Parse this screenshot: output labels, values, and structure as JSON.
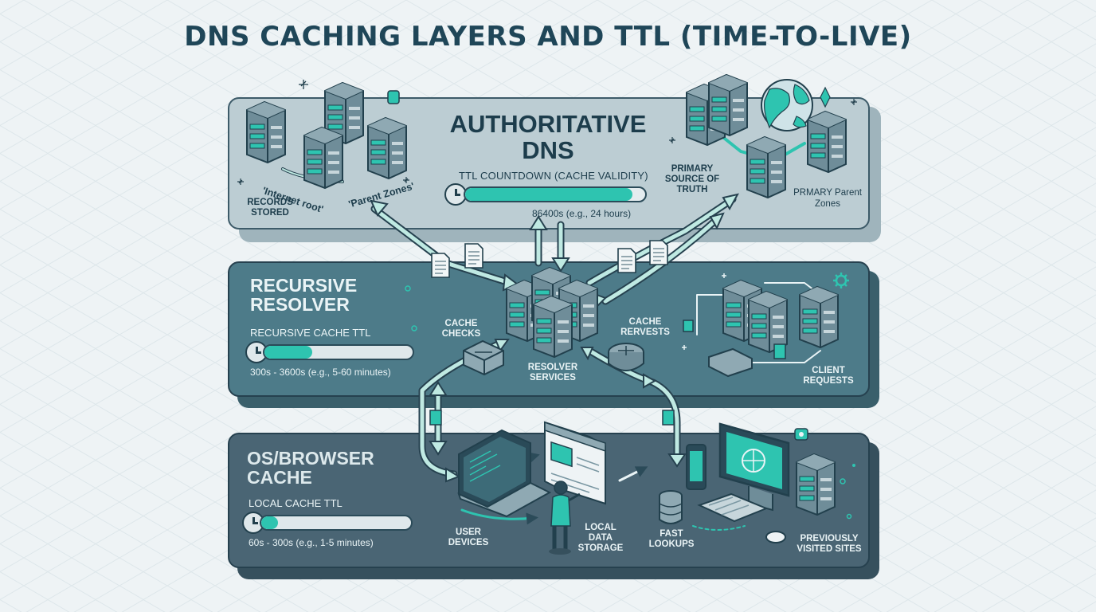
{
  "title": "DNS CACHING LAYERS AND TTL (TIME-TO-LIVE)",
  "colors": {
    "teal_accent": "#2ec4b0",
    "authoritative_panel": "#bccdd3",
    "resolver_panel": "#4d7b89",
    "cache_panel": "#4a6574",
    "outline": "#26414f"
  },
  "authoritative": {
    "heading": "AUTHORITATIVE DNS",
    "ttl_label": "TTL COUNTDOWN (CACHE VALIDITY)",
    "ttl_range": "86400s (e.g., 24 hours)",
    "ttl_fill_fraction": 0.93,
    "labels": {
      "records": "RECORDS STORED",
      "internet_root": "'Internet root'",
      "parent_zones_quote": "'Parent Zones'",
      "primary_source": "PRIMARY SOURCE OF TRUTH",
      "primary_parent": "PRMARY Parent Zones"
    }
  },
  "resolver": {
    "heading": "RECURSIVE RESOLVER",
    "ttl_label": "RECURSIVE CACHE TTL",
    "ttl_range": "300s - 3600s (e.g., 5-60 minutes)",
    "ttl_fill_fraction": 0.32,
    "labels": {
      "cache_checks": "CACHE CHECKS",
      "resolver_services": "RESOLVER SERVICES",
      "cache_rervests": "CACHE RERVESTS",
      "client_requests": "CLIENT REQUESTS"
    }
  },
  "browser": {
    "heading": "OS/BROWSER CACHE",
    "ttl_label": "LOCAL CACHE TTL",
    "ttl_range": "60s - 300s (e.g., 1-5 minutes)",
    "ttl_fill_fraction": 0.11,
    "labels": {
      "user_devices": "USER DEVICES",
      "local_data_storage": "LOCAL DATA STORAGE",
      "fast_lookups": "FAST LOOKUPS",
      "previously_visited": "PREVIOUSLY VISITED SITES"
    }
  },
  "icons": [
    "server-rack-icon",
    "globe-icon",
    "document-icon",
    "router-icon",
    "laptop-icon",
    "browser-window-icon",
    "person-icon",
    "smartphone-icon",
    "desktop-monitor-icon",
    "database-icon",
    "keyboard-icon",
    "mouse-icon",
    "gear-icon",
    "sparkle-icon"
  ]
}
